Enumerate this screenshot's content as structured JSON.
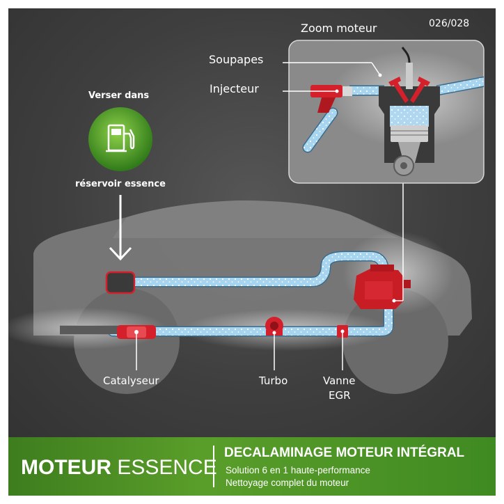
{
  "page_number": "026/028",
  "zoom_title": "Zoom moteur",
  "labels": {
    "soupapes": "Soupapes",
    "injecteur": "Injecteur",
    "catalyseur": "Catalyseur",
    "turbo": "Turbo",
    "vanne_line1": "Vanne",
    "vanne_line2": "EGR"
  },
  "fuel": {
    "top_text": "Verser dans",
    "bottom_text": "réservoir essence",
    "icon": "fuel-pump-icon"
  },
  "footer": {
    "title_bold": "MOTEUR",
    "title_light": "ESSENCE",
    "heading": "DECALAMINAGE MOTEUR INTÉGRAL",
    "subline1": "Solution 6 en 1 haute-performance",
    "subline2": "Nettoyage complet du moteur"
  },
  "colors": {
    "accent_red": "#d4202a",
    "pipe_blue": "#9fd0ec",
    "footer_green": "#4e9426",
    "car_gray": "#7d7d7d"
  }
}
